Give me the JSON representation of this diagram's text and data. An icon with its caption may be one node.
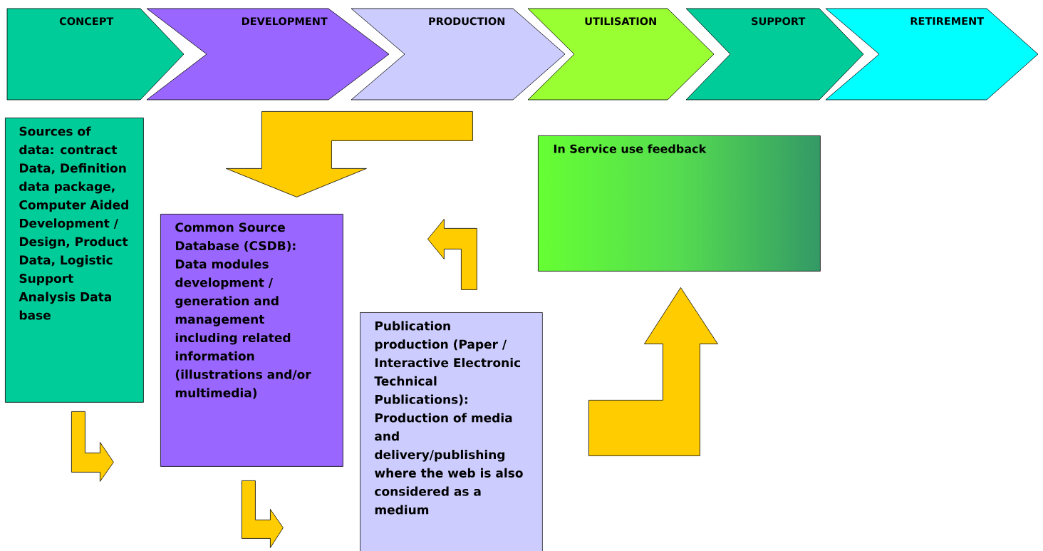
{
  "diagram": {
    "nodes": [
      {
        "text": [
          "CONCEPT"
        ]
      },
      {
        "text": [
          "DEVELOPMENT"
        ]
      },
      {
        "text": [
          "PRODUCTION"
        ]
      },
      {
        "text": [
          "UTILISATION"
        ]
      },
      {
        "text": [
          "SUPPORT"
        ]
      },
      {
        "text": [
          "RETIREMENT"
        ]
      },
      {
        "text": [
          "Sources of data: contract Data, Definition data package, Computer Aided Development / Design, Product Data, Logistic Support Analysis Data base"
        ]
      },
      {
        "text": [
          "Common Source Database (CSDB): Data modules development / generation and management including related information (illustrations and/or multimedia)"
        ]
      },
      {
        "text": [
          "Publication production (Paper / Interactive Electronic Technical Publications): Production of media and delivery/publishing where the web is also considered as a medium"
        ]
      },
      {
        "text": [
          "In Service use feedback"
        ]
      }
    ],
    "edges": [
      {
        "from": null,
        "to": 7,
        "arrow": "to"
      },
      {
        "from": 6,
        "to": null,
        "arrow": "to"
      },
      {
        "from": 7,
        "to": null,
        "arrow": "to"
      },
      {
        "from": 8,
        "to": null,
        "arrow": "to"
      },
      {
        "from": null,
        "to": 9,
        "arrow": "to"
      }
    ]
  }
}
